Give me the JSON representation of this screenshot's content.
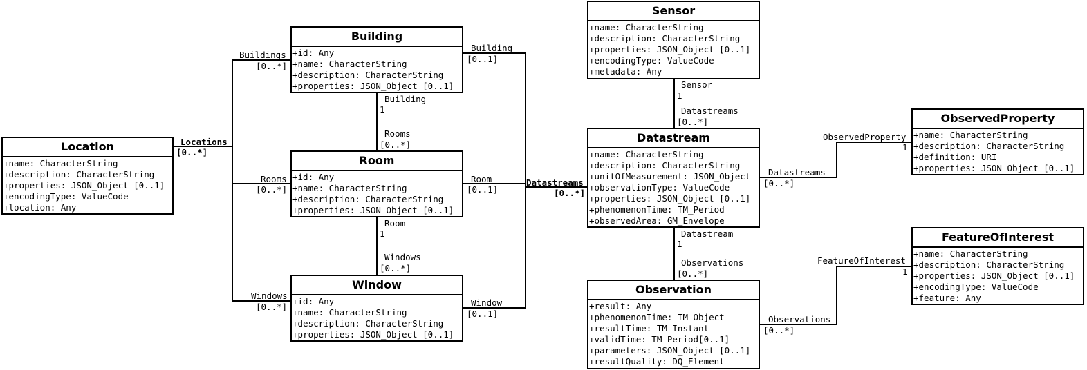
{
  "classes": {
    "location": {
      "name": "Location",
      "attributes": [
        "+name: CharacterString",
        "+description: CharacterString",
        "+properties: JSON_Object [0..1]",
        "+encodingType: ValueCode",
        "+location: Any"
      ]
    },
    "building": {
      "name": "Building",
      "attributes": [
        "+id: Any",
        "+name: CharacterString",
        "+description: CharacterString",
        "+properties: JSON_Object [0..1]"
      ]
    },
    "room": {
      "name": "Room",
      "attributes": [
        "+id: Any",
        "+name: CharacterString",
        "+description: CharacterString",
        "+properties: JSON_Object [0..1]"
      ]
    },
    "window": {
      "name": "Window",
      "attributes": [
        "+id: Any",
        "+name: CharacterString",
        "+description: CharacterString",
        "+properties: JSON_Object [0..1]"
      ]
    },
    "sensor": {
      "name": "Sensor",
      "attributes": [
        "+name: CharacterString",
        "+description: CharacterString",
        "+properties: JSON_Object [0..1]",
        "+encodingType: ValueCode",
        "+metadata: Any"
      ]
    },
    "datastream": {
      "name": "Datastream",
      "attributes": [
        "+name: CharacterString",
        "+description: CharacterString",
        "+unitOfMeasurement: JSON_Object",
        "+observationType: ValueCode",
        "+properties: JSON_Object [0..1]",
        "+phenomenonTime: TM_Period",
        "+observedArea: GM_Envelope"
      ]
    },
    "observation": {
      "name": "Observation",
      "attributes": [
        "+result: Any",
        "+phenomenonTime: TM_Object",
        "+resultTime: TM_Instant",
        "+validTime: TM_Period[0..1]",
        "+parameters: JSON_Object [0..1]",
        "+resultQuality: DQ_Element"
      ]
    },
    "observed_property": {
      "name": "ObservedProperty",
      "attributes": [
        "+name: CharacterString",
        "+description: CharacterString",
        "+definition: URI",
        "+properties: JSON_Object [0..1]"
      ]
    },
    "feature_of_interest": {
      "name": "FeatureOfInterest",
      "attributes": [
        "+name: CharacterString",
        "+description: CharacterString",
        "+properties: JSON_Object [0..1]",
        "+encodingType: ValueCode",
        "+feature: Any"
      ]
    }
  },
  "associations": {
    "location_end": {
      "role": "Locations",
      "mult": "[0..*]"
    },
    "buildings_end": {
      "role": "Buildings",
      "mult": "[0..*]"
    },
    "rooms_end_left": {
      "role": "Rooms",
      "mult": "[0..*]"
    },
    "windows_end_left": {
      "role": "Windows",
      "mult": "[0..*]"
    },
    "building_right": {
      "role": "Building",
      "mult": "[0..1]"
    },
    "room_right": {
      "role": "Room",
      "mult": "[0..1]"
    },
    "window_right": {
      "role": "Window",
      "mult": "[0..1]"
    },
    "building_to_room_top": {
      "role": "Building",
      "mult": "1"
    },
    "building_to_room_bottom": {
      "role": "Rooms",
      "mult": "[0..*]"
    },
    "room_to_window_top": {
      "role": "Room",
      "mult": "1"
    },
    "room_to_window_bottom": {
      "role": "Windows",
      "mult": "[0..*]"
    },
    "datastreams_join": {
      "role": "Datastreams",
      "mult": "[0..*]"
    },
    "sensor_top": {
      "role": "Sensor",
      "mult": "1"
    },
    "sensor_bottom": {
      "role": "Datastreams",
      "mult": "[0..*]"
    },
    "ds_obs_top": {
      "role": "Datastream",
      "mult": "1"
    },
    "ds_obs_bottom": {
      "role": "Observations",
      "mult": "[0..*]"
    },
    "ds_op_left": {
      "role": "Datastreams",
      "mult": "[0..*]"
    },
    "ds_op_right": {
      "role": "ObservedProperty",
      "mult": "1"
    },
    "obs_foi_left": {
      "role": "Observations",
      "mult": "[0..*]"
    },
    "obs_foi_right": {
      "role": "FeatureOfInterest",
      "mult": "1"
    }
  }
}
